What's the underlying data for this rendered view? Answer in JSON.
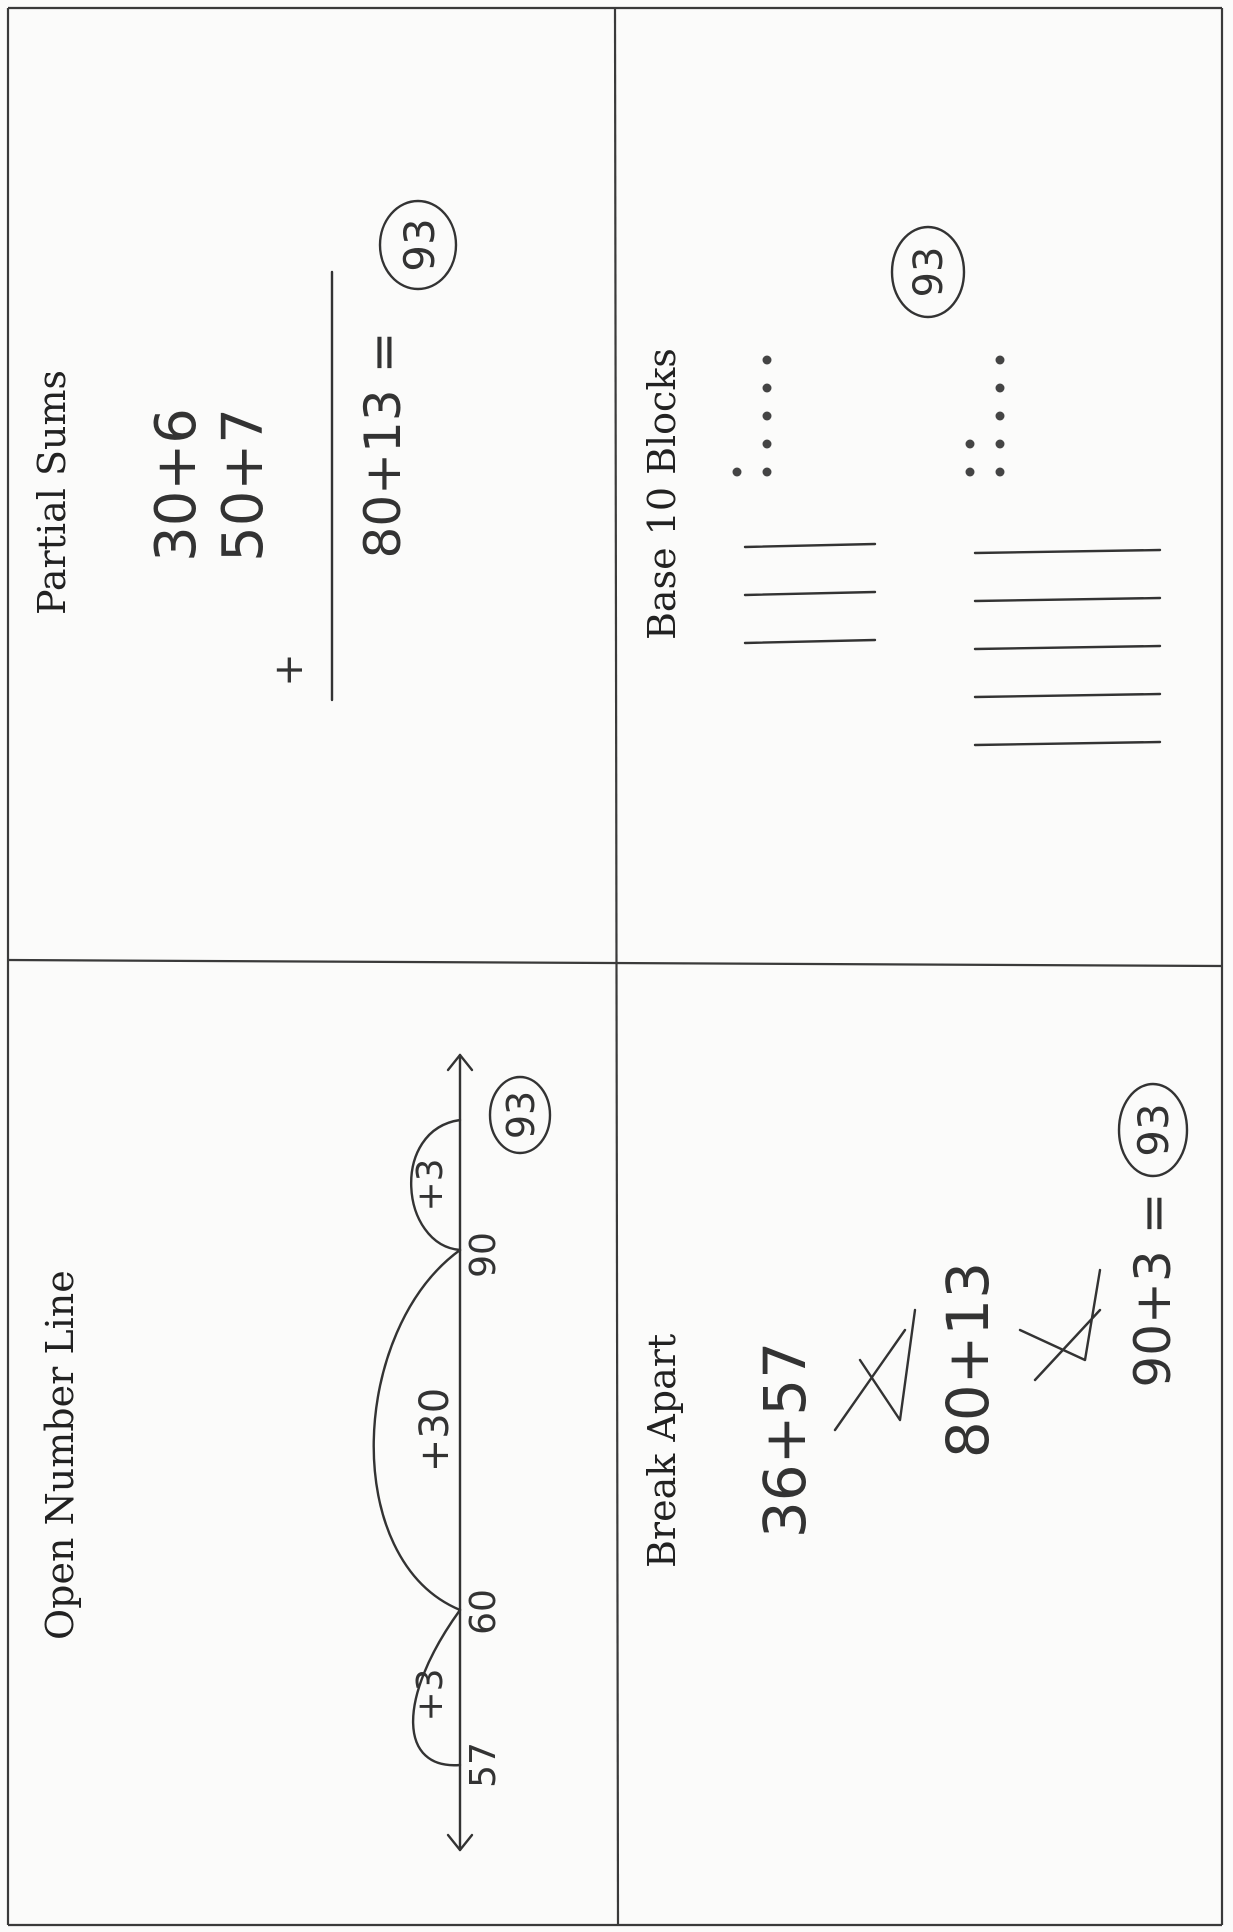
{
  "quadrants": {
    "open_number_line": {
      "title": "Open Number Line",
      "ticks": [
        "57",
        "60",
        "90",
        "93"
      ],
      "jumps": [
        "+3",
        "+30",
        "+3"
      ],
      "answer": "93"
    },
    "partial_sums": {
      "title": "Partial Sums",
      "line1": "30+6",
      "line2": "50+7",
      "plus": "+",
      "result": "80+13 =",
      "answer": "93"
    },
    "break_apart": {
      "title": "Break Apart",
      "line1": "36+57",
      "line2": "80+13",
      "line3": "90+3 =",
      "answer": "93"
    },
    "base_10_blocks": {
      "title": "Base 10 Blocks",
      "group1": {
        "tens": 3,
        "ones": 6
      },
      "group2": {
        "tens": 5,
        "ones": 7
      },
      "answer": "93"
    }
  }
}
